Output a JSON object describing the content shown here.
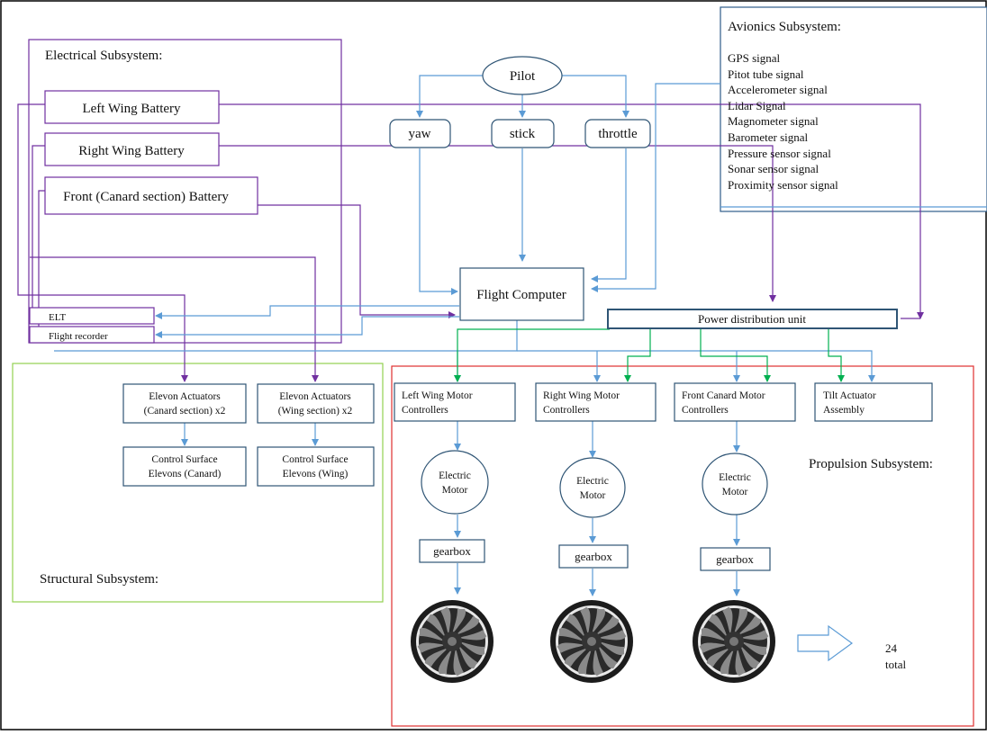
{
  "colors": {
    "frame": "#000000",
    "electrical": "#7030a0",
    "structural": "#92d050",
    "propulsion": "#e03030",
    "avionics": "#2e5c8a",
    "signal": "#5b9bd5",
    "power": "#00b050",
    "box_border": "#2f5575",
    "fan_dark": "#1c1c1c"
  },
  "subsystems": {
    "electrical": "Electrical Subsystem:",
    "avionics": "Avionics Subsystem:",
    "structural": "Structural Subsystem:",
    "propulsion": "Propulsion Subsystem:"
  },
  "batteries": {
    "left": "Left Wing Battery",
    "right": "Right Wing Battery",
    "front": "Front (Canard section) Battery"
  },
  "recorders": {
    "elt": "ELT",
    "flight_recorder": "Flight recorder"
  },
  "pilot": {
    "name": "Pilot",
    "yaw": "yaw",
    "stick": "stick",
    "throttle": "throttle"
  },
  "avionics_signals": [
    "GPS signal",
    "Pitot tube signal",
    "Accelerometer signal",
    "Lidar Signal",
    "Magnometer signal",
    "Barometer signal",
    "Pressure sensor signal",
    "Sonar sensor signal",
    "Proximity sensor signal"
  ],
  "flight_computer": "Flight Computer",
  "power_distribution_unit": "Power distribution unit",
  "actuators": {
    "canard_line1": "Elevon Actuators",
    "canard_line2": "(Canard section) x2",
    "wing_line1": "Elevon Actuators",
    "wing_line2": "(Wing section) x2"
  },
  "control_surfaces": {
    "canard_line1": "Control Surface",
    "canard_line2": "Elevons (Canard)",
    "wing_line1": "Control Surface",
    "wing_line2": "Elevons (Wing)"
  },
  "motor_controllers": {
    "left_line1": "Left Wing Motor",
    "left_line2": "Controllers",
    "right_line1": "Right Wing Motor",
    "right_line2": "Controllers",
    "front_line1": "Front Canard Motor",
    "front_line2": "Controllers"
  },
  "tilt": {
    "line1": "Tilt Actuator",
    "line2": "Assembly"
  },
  "motor": {
    "line1": "Electric",
    "line2": "Motor"
  },
  "gearbox": "gearbox",
  "fan_count": {
    "number": "24",
    "word": "total"
  }
}
